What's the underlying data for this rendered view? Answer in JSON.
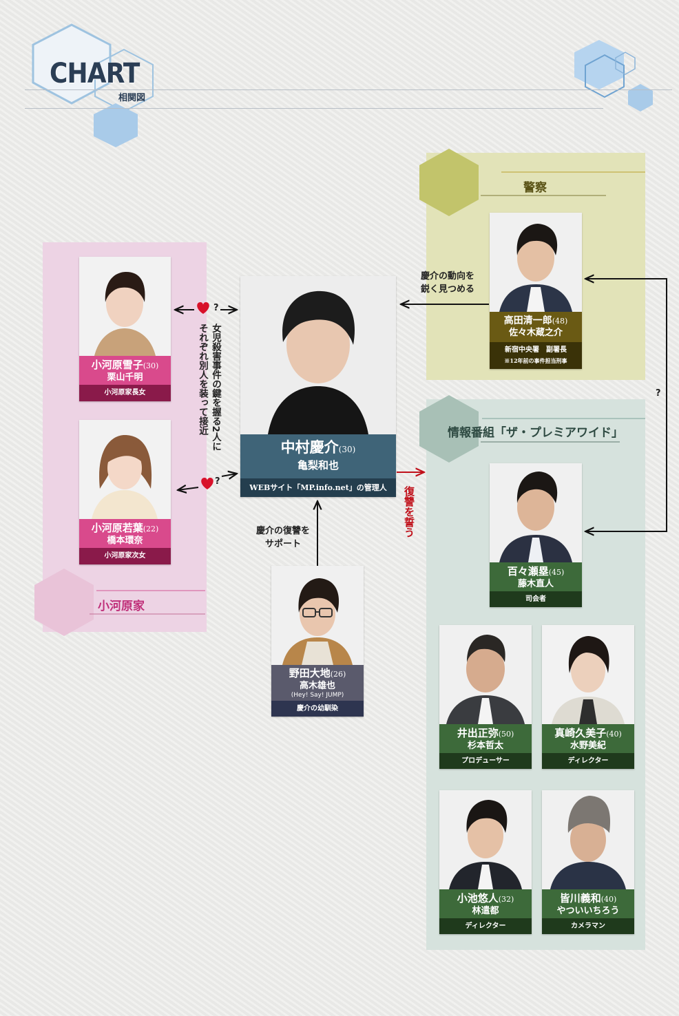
{
  "header": {
    "title": "CHART",
    "subtitle": "相関図"
  },
  "groups": {
    "police": {
      "label": "警察"
    },
    "tv": {
      "label": "情報番組「ザ・プレミアワイド」"
    },
    "family": {
      "label": "小河原家"
    }
  },
  "characters": {
    "nakamura": {
      "name": "中村慶介",
      "age": "(30)",
      "actor": "亀梨和也",
      "role": "WEBサイト「MP.info.net」の管理人"
    },
    "yukiko": {
      "name": "小河原雪子",
      "age": "(30)",
      "actor": "栗山千明",
      "role": "小河原家長女"
    },
    "wakaba": {
      "name": "小河原若葉",
      "age": "(22)",
      "actor": "橋本環奈",
      "role": "小河原家次女"
    },
    "noda": {
      "name": "野田大地",
      "age": "(26)",
      "actor": "高木雄也",
      "actor_note": "(Hey! Say! JUMP)",
      "role": "慶介の幼馴染"
    },
    "takada": {
      "name": "高田清一郎",
      "age": "(48)",
      "actor": "佐々木蔵之介",
      "role": "新宿中央署　副署長",
      "role2": "※12年前の事件担当刑事"
    },
    "momose": {
      "name": "百々瀬塁",
      "age": "(45)",
      "actor": "藤木直人",
      "role": "司会者"
    },
    "ide": {
      "name": "井出正弥",
      "age": "(50)",
      "actor": "杉本哲太",
      "role": "プロデューサー"
    },
    "mazaki": {
      "name": "真崎久美子",
      "age": "(40)",
      "actor": "水野美紀",
      "role": "ディレクター"
    },
    "koike": {
      "name": "小池悠人",
      "age": "(32)",
      "actor": "林遣都",
      "role": "ディレクター"
    },
    "minagawa": {
      "name": "皆川義和",
      "age": "(40)",
      "actor": "やついいちろう",
      "role": "カメラマン"
    }
  },
  "relations": {
    "takada_to_nakamura": "慶介の動向を\n鋭く見つめる",
    "noda_to_nakamura": "慶介の復讐を\nサポート",
    "nakamura_to_tv": "復讐を誓う",
    "family_note": "女児殺害事件の鍵を握る2人に\nそれぞれ別人を装って接近",
    "question": "?"
  },
  "colors": {
    "family_bg": "#edd3e4",
    "family_plate": "#d94a8c",
    "family_role": "#8a1a4a",
    "police_bg": "#e2e3b8",
    "police_plate": "#6a5a14",
    "police_role": "#3a3208",
    "tv_bg": "#d6e2dd",
    "tv_plate": "#3d6a3a",
    "tv_role": "#1f3a1c",
    "main_plate": "#3f6478",
    "main_role": "#243e4e",
    "noda_plate": "#5a5a6c",
    "noda_role": "#2e3550",
    "heart": "#d8112a",
    "red_arrow": "#c0101a"
  }
}
